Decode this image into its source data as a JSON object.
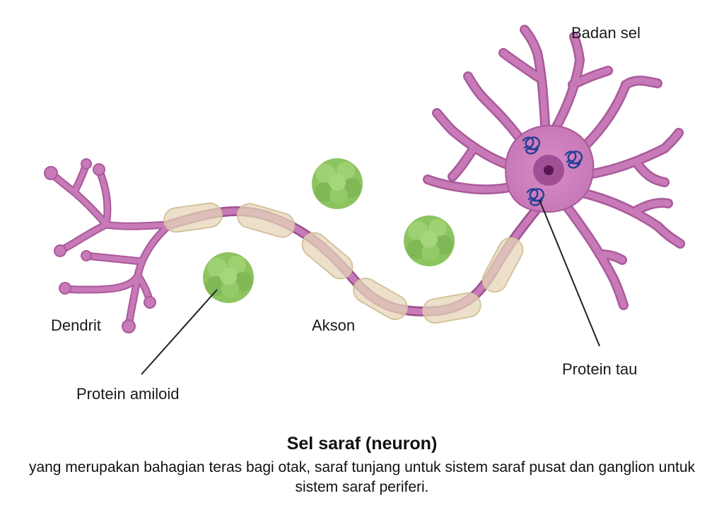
{
  "labels": {
    "cell_body": "Badan sel",
    "dendrite": "Dendrit",
    "axon": "Akson",
    "amyloid": "Protein amiloid",
    "tau": "Protein tau"
  },
  "caption": {
    "title": "Sel saraf (neuron)",
    "description": "yang merupakan bahagian teras bagi otak, saraf tunjang untuk sistem saraf pusat dan ganglion untuk sistem saraf periferi."
  },
  "colors": {
    "neuron": "#c879b8",
    "neuron_stroke": "#9c4f8d",
    "nucleus": "#a04f95",
    "nucleolus": "#5a1650",
    "myelin": "#e5d6b8",
    "amyloid": "#8cc460",
    "amyloid_dark": "#6ea64a",
    "tau": "#2a3f96",
    "pointer": "#222222"
  }
}
